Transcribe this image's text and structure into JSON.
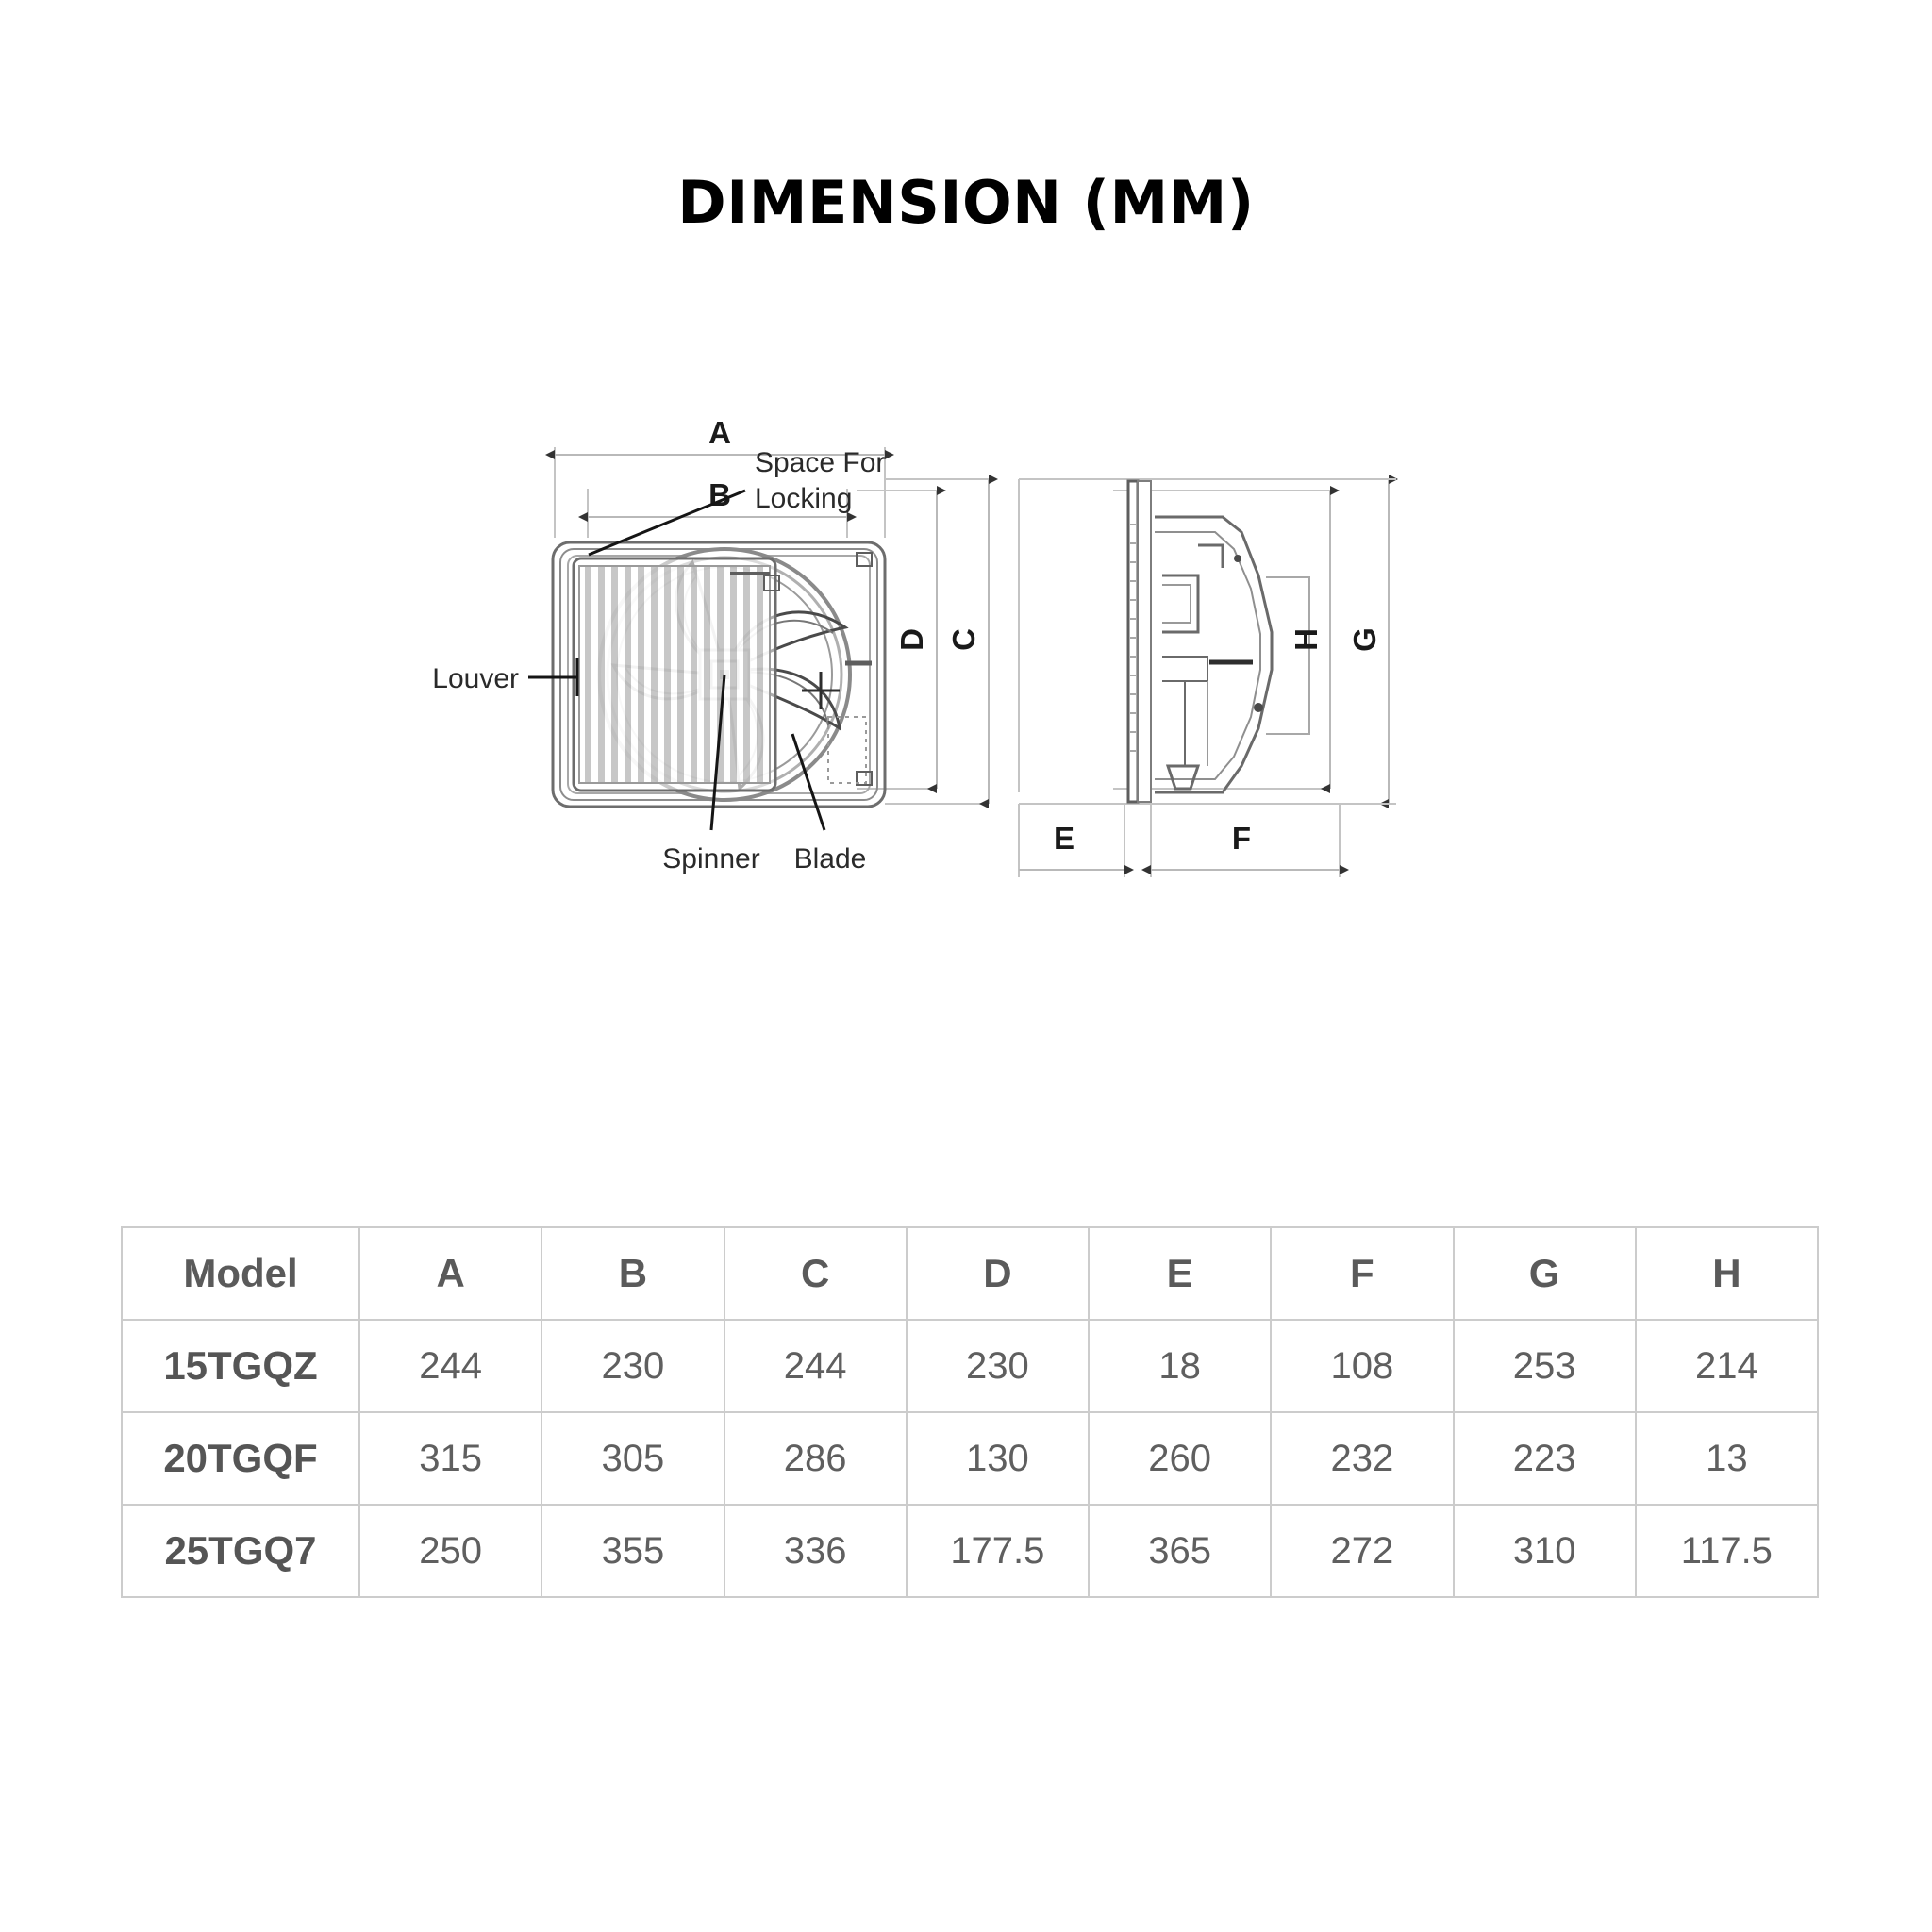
{
  "title": "DIMENSION (MM)",
  "drawing": {
    "front_view": {
      "dimension_labels": [
        "A",
        "B",
        "C",
        "D"
      ],
      "callouts": [
        {
          "name": "space-for-locking",
          "line1": "Space For",
          "line2": "Locking"
        },
        {
          "name": "louver",
          "text": "Louver"
        },
        {
          "name": "spinner",
          "text": "Spinner"
        },
        {
          "name": "blade",
          "text": "Blade"
        }
      ]
    },
    "side_view": {
      "dimension_labels": [
        "E",
        "F",
        "G",
        "H"
      ]
    }
  },
  "table": {
    "headers": [
      "Model",
      "A",
      "B",
      "C",
      "D",
      "E",
      "F",
      "G",
      "H"
    ],
    "rows": [
      {
        "model": "15TGQZ",
        "values": [
          "244",
          "230",
          "244",
          "230",
          "18",
          "108",
          "253",
          "214"
        ]
      },
      {
        "model": "20TGQF",
        "values": [
          "315",
          "305",
          "286",
          "130",
          "260",
          "232",
          "223",
          "13"
        ]
      },
      {
        "model": "25TGQ7",
        "values": [
          "250",
          "355",
          "336",
          "177.5",
          "365",
          "272",
          "310",
          "117.5"
        ]
      }
    ]
  },
  "colors": {
    "background": "#ffffff",
    "title": "#000000",
    "table_text": "#5f5f5f",
    "table_border": "#cccccc",
    "drawing_line": "#555555",
    "dimension_line": "#b9b9b9"
  }
}
